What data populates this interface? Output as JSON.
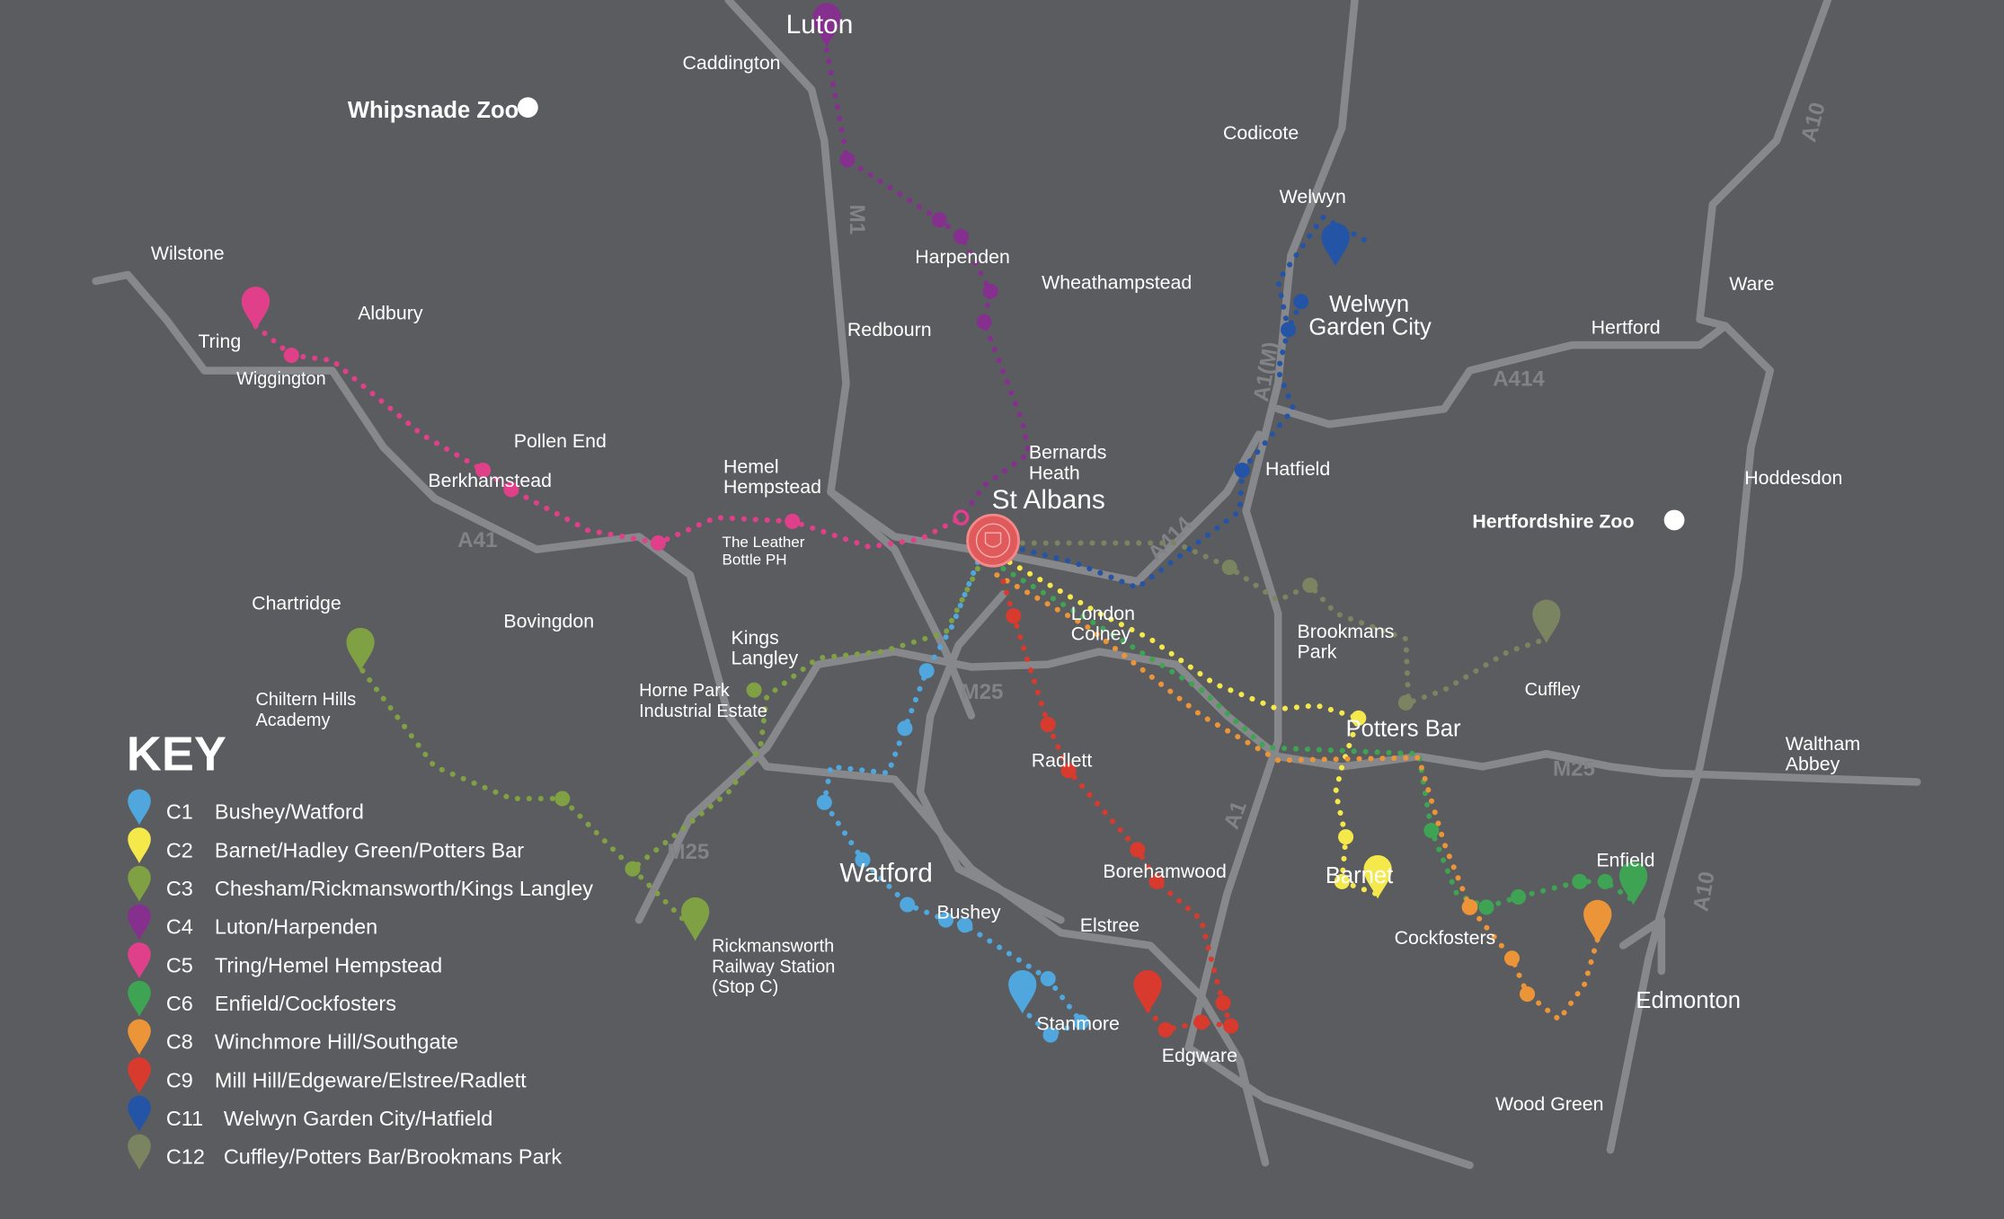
{
  "map": {
    "key_title": "KEY",
    "routes": [
      {
        "code": "C1",
        "label": "Bushey/Watford",
        "color": "#4fa7de"
      },
      {
        "code": "C2",
        "label": "Barnet/Hadley Green/Potters Bar",
        "color": "#f5e84a"
      },
      {
        "code": "C3",
        "label": "Chesham/Rickmansworth/Kings Langley",
        "color": "#7fa043"
      },
      {
        "code": "C4",
        "label": "Luton/Harpenden",
        "color": "#85308f"
      },
      {
        "code": "C5",
        "label": "Tring/Hemel Hempstead",
        "color": "#e0408a"
      },
      {
        "code": "C6",
        "label": "Enfield/Cockfosters",
        "color": "#3ea454"
      },
      {
        "code": "C8",
        "label": "Winchmore Hill/Southgate",
        "color": "#eb9438"
      },
      {
        "code": "C9",
        "label": "Mill Hill/Edgeware/Elstree/Radlett",
        "color": "#d93a2e"
      },
      {
        "code": "C11",
        "label": "Welwyn Garden City/Hatfield",
        "color": "#2454a6"
      },
      {
        "code": "C12",
        "label": "Cuffley/Potters Bar/Brookmans Park",
        "color": "#7a8460"
      }
    ],
    "places": [
      {
        "lines": [
          "Luton"
        ]
      },
      {
        "lines": [
          "Caddington"
        ]
      },
      {
        "lines": [
          "Whipsnade Zoo"
        ]
      },
      {
        "lines": [
          "Codicote"
        ]
      },
      {
        "lines": [
          "Welwyn"
        ]
      },
      {
        "lines": [
          "Wilstone"
        ]
      },
      {
        "lines": [
          "Harpenden"
        ]
      },
      {
        "lines": [
          "Wheathampstead"
        ]
      },
      {
        "lines": [
          "Welwyn",
          "Garden City"
        ]
      },
      {
        "lines": [
          "Ware"
        ]
      },
      {
        "lines": [
          "Aldbury"
        ]
      },
      {
        "lines": [
          "Tring"
        ]
      },
      {
        "lines": [
          "Redbourn"
        ]
      },
      {
        "lines": [
          "Hertford"
        ]
      },
      {
        "lines": [
          "Wiggington"
        ]
      },
      {
        "lines": [
          "Pollen End"
        ]
      },
      {
        "lines": [
          "Bernards",
          "Heath"
        ]
      },
      {
        "lines": [
          "Hemel",
          "Hempstead"
        ]
      },
      {
        "lines": [
          "Hatfield"
        ]
      },
      {
        "lines": [
          "Hoddesdon"
        ]
      },
      {
        "lines": [
          "Berkhamstead"
        ]
      },
      {
        "lines": [
          "St Albans"
        ]
      },
      {
        "lines": [
          "Hertfordshire Zoo"
        ]
      },
      {
        "lines": [
          "The Leather",
          "Bottle PH"
        ]
      },
      {
        "lines": [
          "Chartridge"
        ]
      },
      {
        "lines": [
          "Bovingdon"
        ]
      },
      {
        "lines": [
          "London",
          "Colney"
        ]
      },
      {
        "lines": [
          "Brookmans",
          "Park"
        ]
      },
      {
        "lines": [
          "Kings",
          "Langley"
        ]
      },
      {
        "lines": [
          "Cuffley"
        ]
      },
      {
        "lines": [
          "Chiltern Hills",
          "Academy"
        ]
      },
      {
        "lines": [
          "Horne Park",
          "Industrial Estate"
        ]
      },
      {
        "lines": [
          "Potters Bar"
        ]
      },
      {
        "lines": [
          "Waltham",
          "Abbey"
        ]
      },
      {
        "lines": [
          "Radlett"
        ]
      },
      {
        "lines": [
          "Enfield"
        ]
      },
      {
        "lines": [
          "Watford"
        ]
      },
      {
        "lines": [
          "Borehamwood"
        ]
      },
      {
        "lines": [
          "Barnet"
        ]
      },
      {
        "lines": [
          "Rickmansworth",
          "Railway Station",
          "(Stop C)"
        ]
      },
      {
        "lines": [
          "Bushey"
        ]
      },
      {
        "lines": [
          "Elstree"
        ]
      },
      {
        "lines": [
          "Cockfosters"
        ]
      },
      {
        "lines": [
          "Edmonton"
        ]
      },
      {
        "lines": [
          "Stanmore"
        ]
      },
      {
        "lines": [
          "Edgware"
        ]
      },
      {
        "lines": [
          "Wood Green"
        ]
      }
    ],
    "road_labels": [
      "M1",
      "A41",
      "M25",
      "M25",
      "M25",
      "A414",
      "A414",
      "A1(M)",
      "A1",
      "A10",
      "A10"
    ]
  }
}
